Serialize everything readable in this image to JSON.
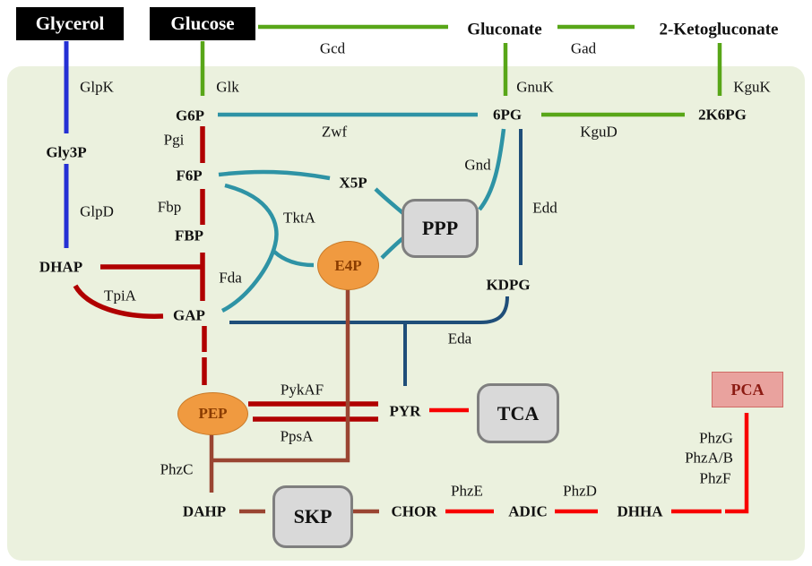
{
  "nodes": {
    "glycerol": "Glycerol",
    "glucose": "Glucose",
    "gluconate": "Gluconate",
    "ketogluconate": "2-Ketogluconate",
    "gly3p": "Gly3P",
    "dhap": "DHAP",
    "g6p": "G6P",
    "f6p": "F6P",
    "fbp": "FBP",
    "gap": "GAP",
    "x5p": "X5P",
    "sixpg": "6PG",
    "k6pg": "2K6PG",
    "kdpg": "KDPG",
    "pyr": "PYR",
    "dahp": "DAHP",
    "chor": "CHOR",
    "adic": "ADIC",
    "dhha": "DHHA",
    "pep": "PEP",
    "e4p": "E4P",
    "ppp": "PPP",
    "tca": "TCA",
    "skp": "SKP",
    "pca": "PCA"
  },
  "enzymes": {
    "glpk": "GlpK",
    "glpd": "GlpD",
    "glk": "Glk",
    "gcd": "Gcd",
    "gad": "Gad",
    "gnuk": "GnuK",
    "kguk": "KguK",
    "kgud": "KguD",
    "zwf": "Zwf",
    "pgi": "Pgi",
    "fbp": "Fbp",
    "gnd": "Gnd",
    "edd": "Edd",
    "eda": "Eda",
    "tkta": "TktA",
    "fda": "Fda",
    "tpia": "TpiA",
    "pykaf": "PykAF",
    "ppsa": "PpsA",
    "phzc": "PhzC",
    "phze": "PhzE",
    "phzd": "PhzD",
    "phzg": "PhzG",
    "phzab": "PhzA/B",
    "phzf": "PhzF"
  },
  "colors": {
    "green": "#58a618",
    "blue": "#2430d4",
    "dark_red": "#b00000",
    "teal": "#2e93a5",
    "navy": "#1f4e79",
    "red": "#f80000",
    "brown": "#9a4532",
    "orange": "#f09a40",
    "orange_text": "#8a3c00",
    "gray_fill": "#d9d9d9",
    "gray_border": "#7f7f7f",
    "panel_bg": "#ebf1de",
    "pca_fill": "#e9a29e",
    "pca_border": "#cf6b66",
    "pca_text": "#8c1a12",
    "source_bg": "#000000",
    "source_text": "#ffffff",
    "text": "#111111"
  }
}
